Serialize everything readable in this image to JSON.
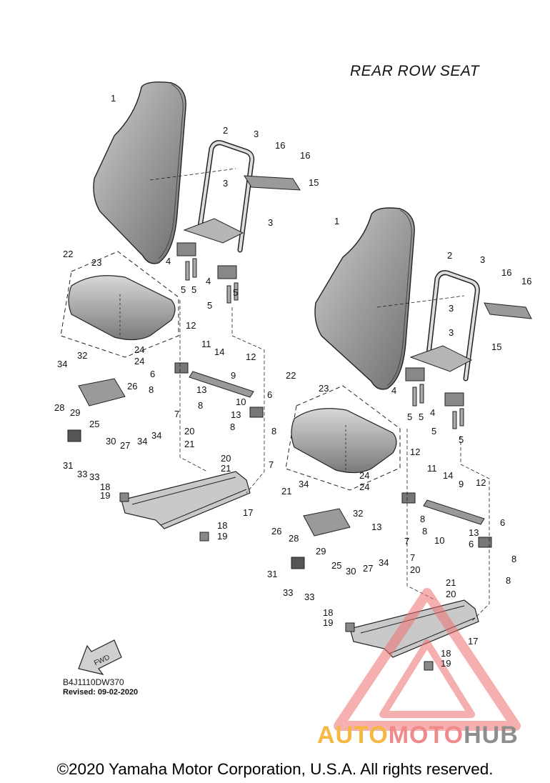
{
  "diagram": {
    "title": "REAR ROW SEAT",
    "drawing_code": "B4J1110DW370",
    "revised": "Revised: 09-02-2020",
    "fwd_label": "FWD",
    "copyright": "©2020 Yamaha Motor Corporation, U.S.A. All rights reserved.",
    "watermark": {
      "parts": [
        "AUTO",
        "MOTO",
        "HUB"
      ],
      "colors": [
        "#f5b942",
        "#f08a8a",
        "#8e8e8e"
      ]
    },
    "left_assembly_callouts": [
      "1",
      "2",
      "3",
      "3",
      "3",
      "16",
      "16",
      "15",
      "4",
      "4",
      "5",
      "5",
      "5",
      "5",
      "22",
      "23",
      "24",
      "24",
      "12",
      "11",
      "14",
      "9",
      "12",
      "6",
      "6",
      "13",
      "8",
      "8",
      "7",
      "10",
      "13",
      "8",
      "8",
      "20",
      "21",
      "20",
      "21",
      "7",
      "34",
      "32",
      "26",
      "28",
      "29",
      "25",
      "30",
      "27",
      "34",
      "34",
      "31",
      "33",
      "33",
      "18",
      "19",
      "17",
      "18",
      "19"
    ],
    "right_assembly_callouts": [
      "1",
      "2",
      "3",
      "16",
      "16",
      "3",
      "3",
      "15",
      "4",
      "4",
      "5",
      "5",
      "5",
      "5",
      "22",
      "23",
      "24",
      "24",
      "12",
      "11",
      "14",
      "9",
      "12",
      "6",
      "13",
      "8",
      "8",
      "7",
      "10",
      "13",
      "6",
      "8",
      "8",
      "7",
      "20",
      "21",
      "20",
      "21",
      "34",
      "32",
      "26",
      "28",
      "29",
      "25",
      "30",
      "27",
      "34",
      "31",
      "33",
      "33",
      "18",
      "19",
      "17",
      "18",
      "19"
    ]
  }
}
